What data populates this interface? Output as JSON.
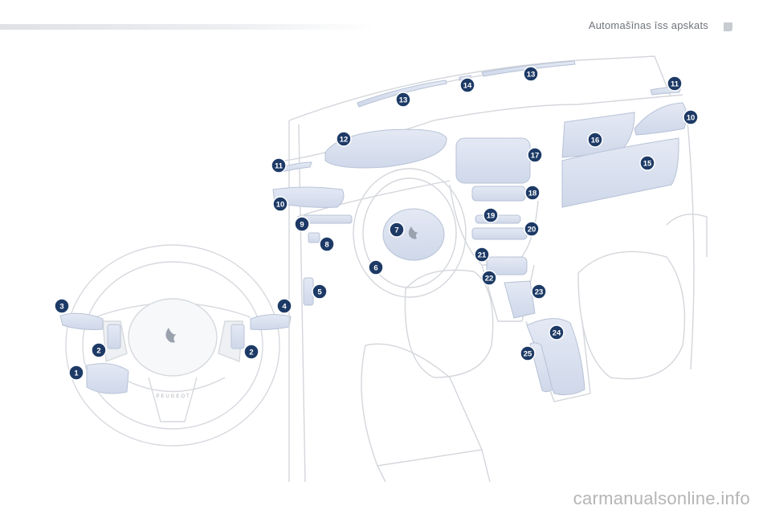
{
  "header": {
    "title": "Automašīnas īss apskats"
  },
  "watermark": "carmanualsonline.info",
  "brand": {
    "steering_wheel_logo": "PEUGEOT"
  },
  "colors": {
    "callout_fill": "#1d3a66",
    "highlight_fill": "#dfe6f3",
    "line": "#d3d6db"
  },
  "icons": {
    "lion-emblem": "peugeot-lion-icon"
  },
  "callouts": [
    "1",
    "2",
    "2",
    "3",
    "4",
    "5",
    "6",
    "7",
    "8",
    "9",
    "10",
    "10",
    "11",
    "11",
    "12",
    "13",
    "13",
    "14",
    "15",
    "16",
    "17",
    "18",
    "19",
    "20",
    "21",
    "22",
    "23",
    "24",
    "25"
  ]
}
